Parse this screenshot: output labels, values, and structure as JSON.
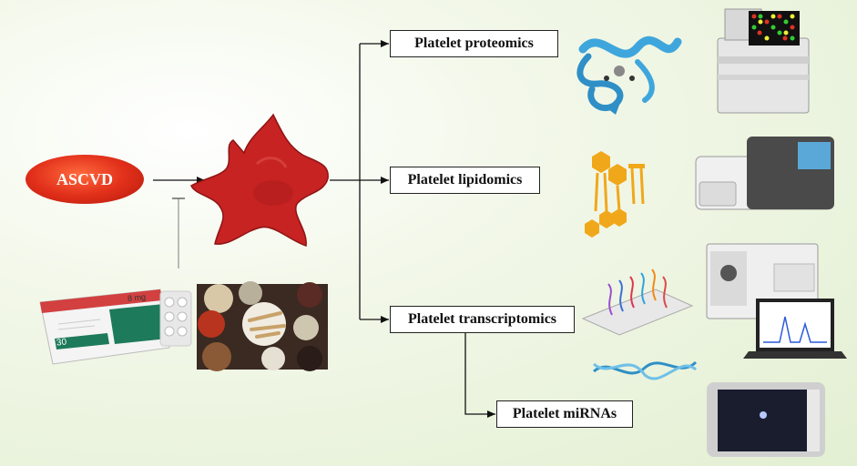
{
  "disease": {
    "label": "ASCVD"
  },
  "branches": {
    "proteomics": "Platelet proteomics",
    "lipidomics": "Platelet lipidomics",
    "transcriptomics": "Platelet transcriptomics",
    "mirnas": "Platelet miRNAs"
  },
  "drug_box": {
    "dose": "8 mg",
    "count": "30"
  },
  "colors": {
    "background": "#e3efd2",
    "platelet": "#c62322",
    "ascvd": "#e2301b",
    "protein": "#3ea6dc",
    "lipid": "#f0a81a",
    "box_border": "#222222"
  }
}
